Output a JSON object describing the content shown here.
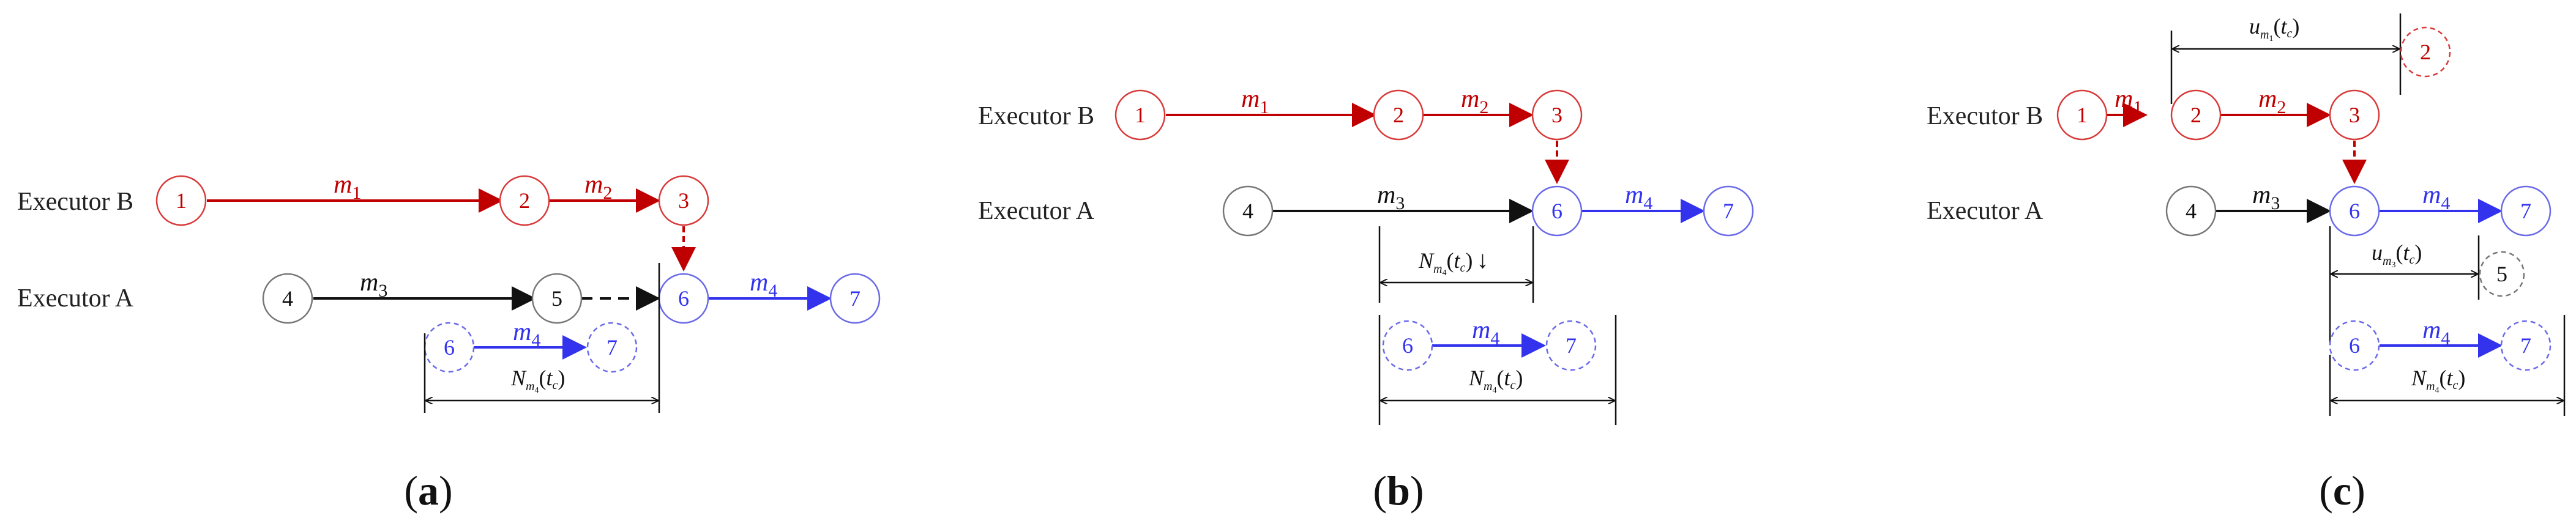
{
  "colors": {
    "red": "#c00000",
    "blue": "#3333ee",
    "black": "#111111",
    "node_red": "#d83a3a",
    "node_blue": "#6a6ae8",
    "node_gray": "#777777"
  },
  "labels": {
    "executor_b": "Executor B",
    "executor_a": "Executor A"
  },
  "nodes": {
    "n1": "1",
    "n2": "2",
    "n3": "3",
    "n4": "4",
    "n5": "5",
    "n6": "6",
    "n7": "7"
  },
  "messages": {
    "m": "m",
    "sub1": "1",
    "sub2": "2",
    "sub3": "3",
    "sub4": "4"
  },
  "quantities": {
    "N": "N",
    "u": "u",
    "N_sub": "m",
    "N_sub_sub": "4",
    "u_sub": "m",
    "u_sub_sub1": "1",
    "u_sub_sub3": "3",
    "t": "t",
    "t_sub": "c",
    "down_arrow": "↓"
  },
  "captions": {
    "a": "a",
    "b": "b",
    "c": "c"
  }
}
